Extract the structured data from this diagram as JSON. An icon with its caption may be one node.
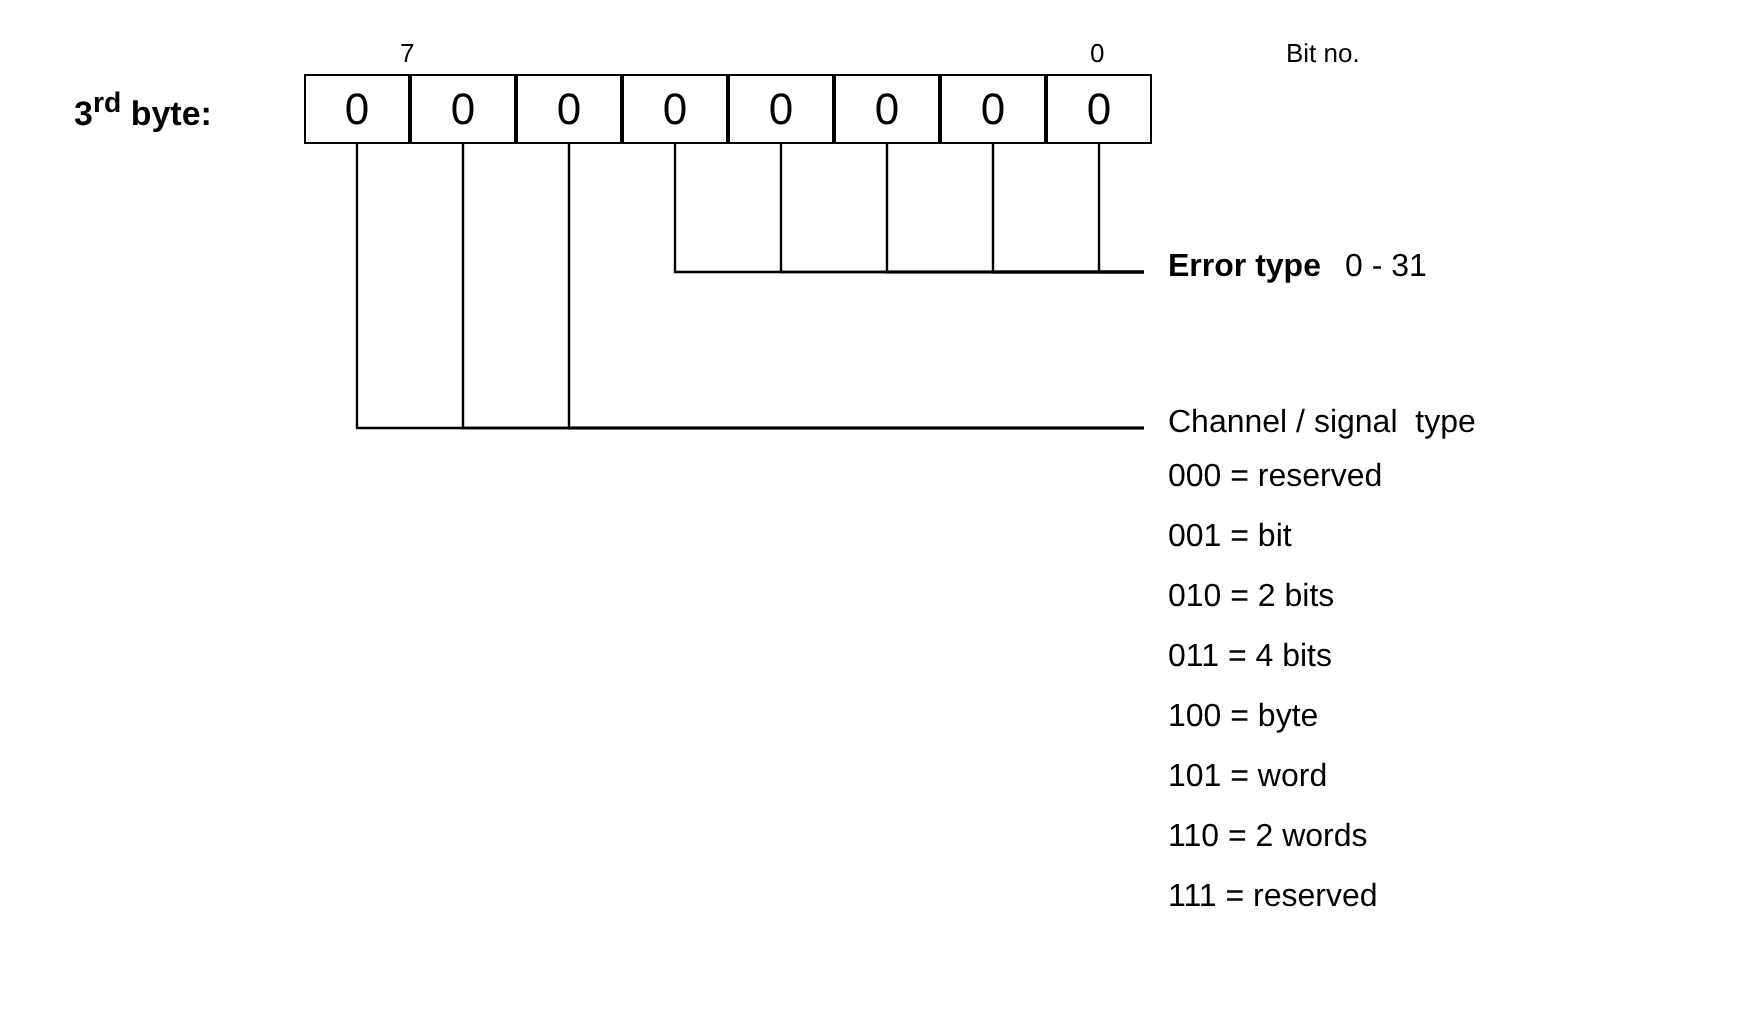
{
  "diagram": {
    "nodes": [
      {
        "text": [
          "0"
        ]
      },
      {
        "text": [
          "0"
        ]
      },
      {
        "text": [
          "0"
        ]
      },
      {
        "text": [
          "0"
        ]
      },
      {
        "text": [
          "0"
        ]
      },
      {
        "text": [
          "0"
        ]
      },
      {
        "text": [
          "0"
        ]
      },
      {
        "text": [
          "0"
        ]
      },
      {
        "text": [
          "Error type",
          "0 - 31"
        ]
      },
      {
        "text": [
          "Channel / signal  type"
        ]
      }
    ],
    "edges": [
      {
        "from": 3,
        "to": 8,
        "arrow": "none"
      },
      {
        "from": 4,
        "to": 8,
        "arrow": "none"
      },
      {
        "from": 5,
        "to": 8,
        "arrow": "none"
      },
      {
        "from": 6,
        "to": 8,
        "arrow": "none"
      },
      {
        "from": 7,
        "to": 8,
        "arrow": "none"
      },
      {
        "from": 0,
        "to": 9,
        "arrow": "none"
      },
      {
        "from": 1,
        "to": 9,
        "arrow": "none"
      },
      {
        "from": 2,
        "to": 9,
        "arrow": "none"
      }
    ],
    "labels": [
      "7",
      "0",
      "Bit no.",
      "3$^{rd}$ byte:",
      "000 = reserved",
      "001 = bit",
      "010 = 2 bits",
      "011 = 4 bits",
      "100 = byte",
      "101 = word",
      "110 = 2 words",
      "111 = reserved"
    ]
  }
}
